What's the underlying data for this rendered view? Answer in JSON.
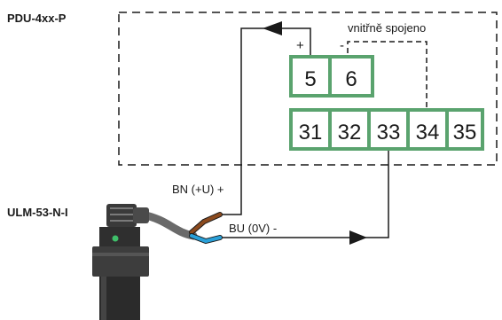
{
  "device_top": {
    "label": "PDU-4xx-P"
  },
  "device_bottom": {
    "label": "ULM-53-N-I"
  },
  "internal_link_label": "vnitřně spojeno",
  "polarity": {
    "plus": "+",
    "minus": "-"
  },
  "terminals_top": [
    "5",
    "6"
  ],
  "terminals_bottom": [
    "31",
    "32",
    "33",
    "34",
    "35"
  ],
  "wires": {
    "bn": {
      "label": "BN (+U) +",
      "color": "#8b4a1e"
    },
    "bu": {
      "label": "BU (0V) -",
      "color": "#2aa0d8"
    }
  },
  "colors": {
    "terminal_border": "#5aa36e",
    "line": "#1a1a1a"
  }
}
